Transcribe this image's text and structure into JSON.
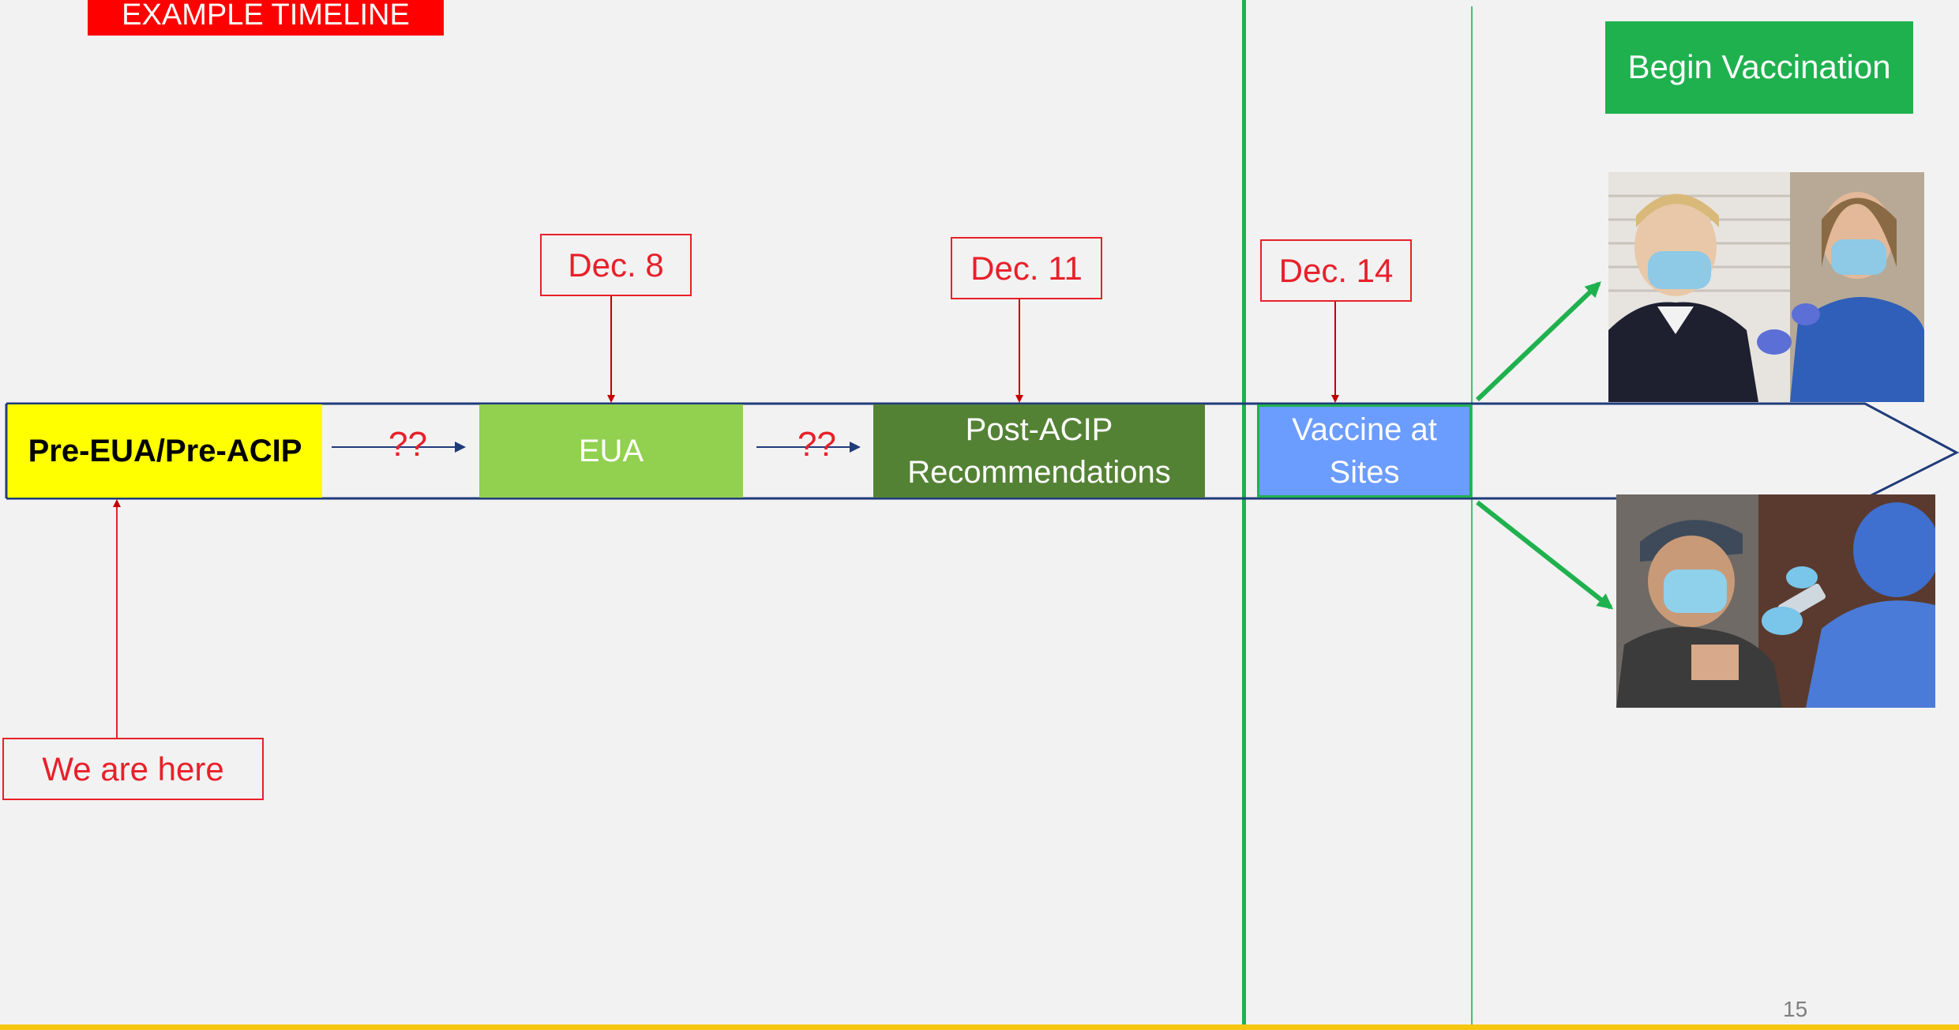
{
  "header": {
    "tag": "EXAMPLE TIMELINE"
  },
  "timeline": {
    "segments": {
      "pre": "Pre-EUA/Pre-ACIP",
      "eua": "EUA",
      "post_acip_line1": "Post-ACIP",
      "post_acip_line2": "Recommendations",
      "vaccine_line1": "Vaccine at",
      "vaccine_line2": "Sites"
    },
    "unknown_1": "??",
    "unknown_2": "??"
  },
  "dates": {
    "d1": "Dec. 8",
    "d2": "Dec. 11",
    "d3": "Dec. 14"
  },
  "marker": {
    "label": "We are here"
  },
  "begin": {
    "label": "Begin Vaccination"
  },
  "photos": {
    "top": "vaccination-photo-1",
    "bottom": "vaccination-photo-2"
  },
  "footer": {
    "page_number": "15"
  },
  "colors": {
    "pre": "#ffff00",
    "eua": "#92d050",
    "post_acip": "#548235",
    "vaccine": "#6b9cff",
    "accent_green": "#1fb14e",
    "red": "#e8202a",
    "tag_red": "#ff0000",
    "navy": "#1f3b7a",
    "footer": "#f7c611"
  }
}
